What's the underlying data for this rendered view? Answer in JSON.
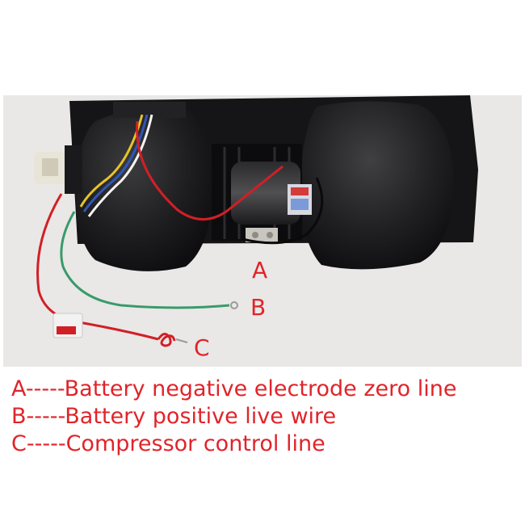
{
  "photo_labels": {
    "a": "A",
    "b": "B",
    "c": "C"
  },
  "legend": [
    {
      "text": "A-----Battery negative electrode zero line"
    },
    {
      "text": "B-----Battery positive live wire"
    },
    {
      "text": "C-----Compressor control line"
    }
  ],
  "colors": {
    "label_red": "#e0242a",
    "wire_red": "#d21f26",
    "wire_green": "#3a9a6a",
    "wire_yellow": "#e6c42a",
    "wire_blue": "#3056b8",
    "housing": "#1c1c1e",
    "wall": "#e9e8e6"
  }
}
